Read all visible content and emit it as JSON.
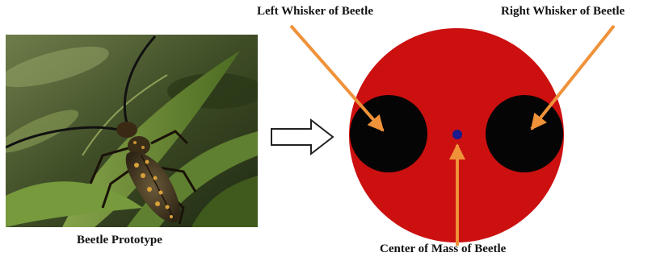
{
  "photo": {
    "caption": "Beetle Prototype",
    "subject": "longhorn beetle on green leaves"
  },
  "model": {
    "labels": {
      "left_whisker": "Left Whisker of Beetle",
      "right_whisker": "Right Whisker of Beetle",
      "center_of_mass": "Center of Mass of Beetle"
    },
    "colors": {
      "body": "#cc1010",
      "whisker": "#050505",
      "center": "#1a1a8c",
      "arrow": "#f0923a",
      "transition_arrow_fill": "#ffffff",
      "transition_arrow_stroke": "#222222"
    }
  }
}
